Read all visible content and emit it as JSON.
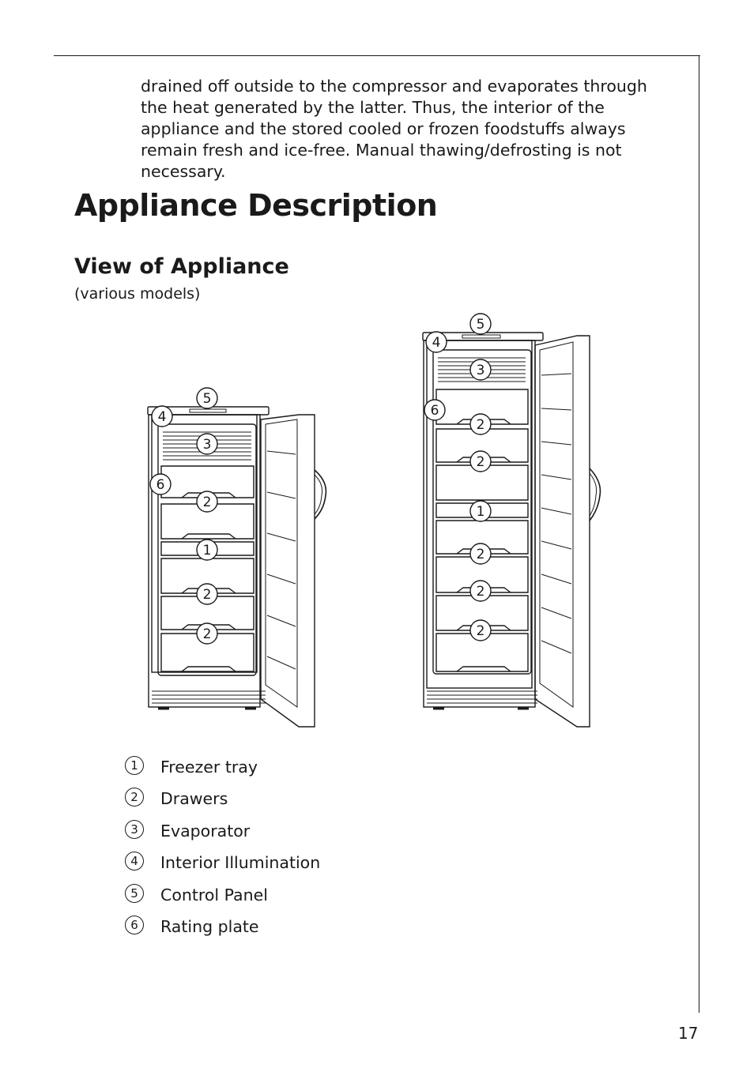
{
  "intro_text": "drained off outside to the compressor and evaporates through the heat generated by the latter. Thus, the interior of the appliance and the stored cooled or frozen foodstuffs always remain fresh and ice-free. Manual thawing/defrosting is not necessary.",
  "section_title": "Appliance Description",
  "subsection_title": "View of Appliance",
  "subsection_note": "(various models)",
  "figure": {
    "small_appliance_callouts": [
      "5",
      "4",
      "3",
      "6",
      "2",
      "1",
      "2",
      "2"
    ],
    "tall_appliance_callouts": [
      "5",
      "4",
      "3",
      "6",
      "2",
      "2",
      "1",
      "2",
      "2",
      "2"
    ]
  },
  "legend": [
    {
      "num": "1",
      "label": "Freezer tray"
    },
    {
      "num": "2",
      "label": "Drawers"
    },
    {
      "num": "3",
      "label": "Evaporator"
    },
    {
      "num": "4",
      "label": "Interior Illumination"
    },
    {
      "num": "5",
      "label": "Control Panel"
    },
    {
      "num": "6",
      "label": "Rating plate"
    }
  ],
  "page_number": "17"
}
